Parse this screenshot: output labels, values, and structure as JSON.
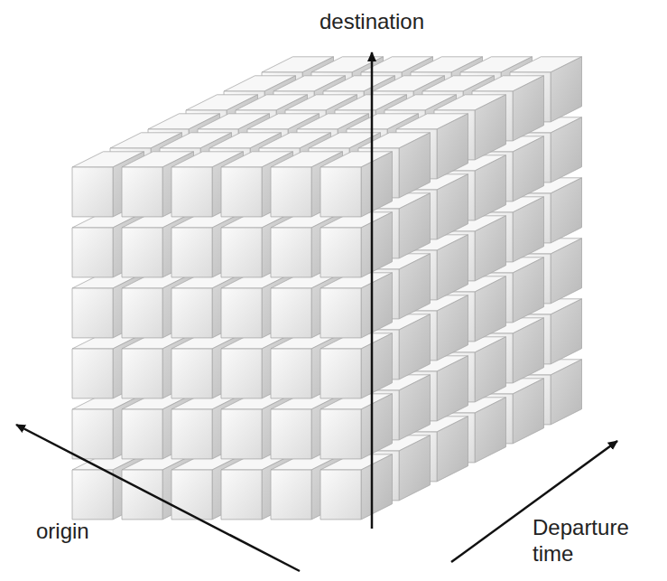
{
  "diagram": {
    "labels": [
      "destination",
      "origin",
      "Departure time"
    ]
  }
}
